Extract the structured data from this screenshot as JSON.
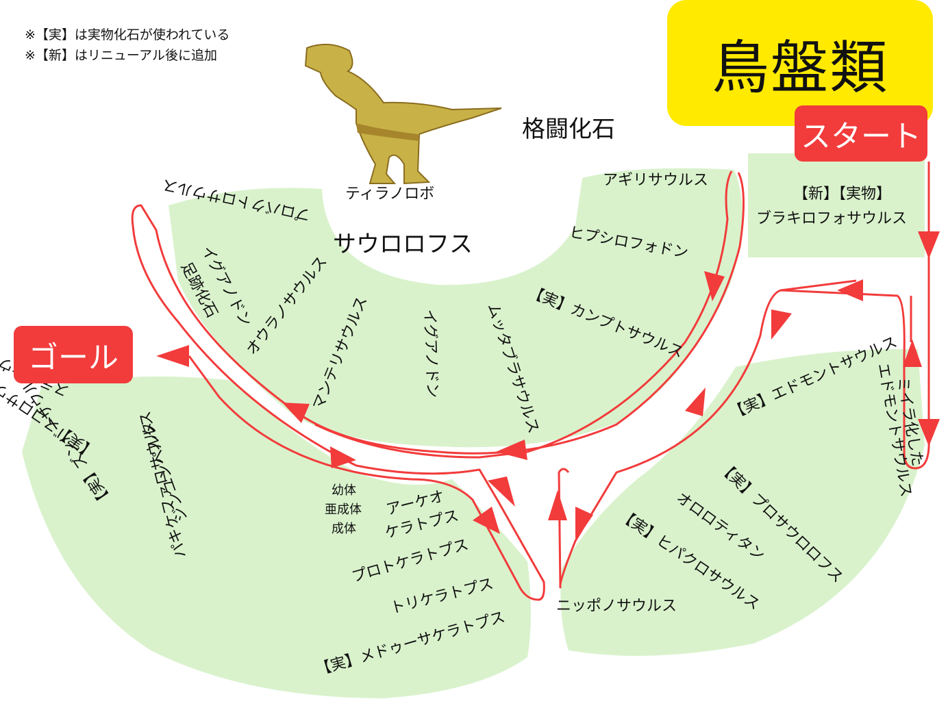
{
  "title": "鳥盤類",
  "start": "スタート",
  "goal": "ゴール",
  "notes": [
    "※【実】は実物化石が使われている",
    "※【新】はリニューアル後に追加"
  ],
  "featured": {
    "name": "ティラノロボ",
    "icon": "tyrannosaurus-figure-icon"
  },
  "colors": {
    "area": "#d9f2cc",
    "route": "#f23b3b",
    "title_bg": "#ffea00"
  },
  "labels": {
    "fighting": "格闘化石",
    "saurolophus": "サウロロフス",
    "agilisaurus": "アギリサウルス",
    "hypsilophodon": "ヒプシロフォドン",
    "camptosaurus": "【実】カンプトサウルス",
    "brachylophosaurus_tag": "【新】【実物】",
    "brachylophosaurus": "ブラキロフォサウルス",
    "prosaurolophus_top": "プロバクトロサウルス",
    "iguanodon_track_1": "イグアノドン",
    "iguanodon_track_2": "足跡化石",
    "ouranosaurus": "オウラノサウルス",
    "mantellisaurus": "マンテリサウルス",
    "iguanodon": "イグアノドン",
    "muttaburrasaurus": "ムッタブラサウルス",
    "edmontosaurus": "【実】エドモントサウルス",
    "edmontosaurus_mummy_1": "ミイラ化した",
    "edmontosaurus_mummy_2": "エドモントサウルス",
    "prosaurolophus": "【実】プロサウロロフス",
    "olorotitan": "オロロティタン",
    "hypacrosaurus": "【実】ヒパクロサウルス",
    "nipponosaurus": "ニッポノサウルス",
    "stegosaurus": "ステゴサウルス",
    "scelidosaurus": "【実】スコロサウルス",
    "zuniceratops_left": "【実】ズンバーサウルス",
    "juvenile": "幼体",
    "subadult": "亜成体",
    "adult": "成体",
    "archaeoceratops_1": "アーケオ",
    "archaeoceratops_2": "ケラトプス",
    "protoceratops": "プロトケラトプス",
    "triceratops": "トリケラトプス",
    "medusaceratops": "【実】メドゥーサケラトプス",
    "pachycephalosaurus": "パキケファロサウルス",
    "zhejiangopterus": "ジンユンペルタ"
  }
}
